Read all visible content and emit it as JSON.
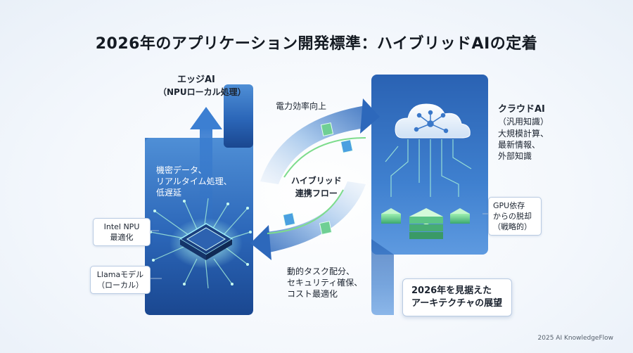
{
  "title": "2026年のアプリケーション開発標準：ハイブリッドAIの定着",
  "edge": {
    "heading": "エッジAI",
    "subheading": "（NPUローカル処理）",
    "description": [
      "機密データ、",
      "リアルタイム処理、",
      "低遅延"
    ]
  },
  "cloud": {
    "heading": "クラウドAI",
    "subheading": "（汎用知識）",
    "description": [
      "大規模計算、",
      "最新情報、",
      "外部知識"
    ]
  },
  "flow": {
    "top_label": "電力効率向上",
    "center_label": [
      "ハイブリッド",
      "連携フロー"
    ],
    "bottom_label": [
      "動的タスク配分、",
      "セキュリティ確保、",
      "コスト最適化"
    ]
  },
  "callouts": {
    "intel": [
      "Intel NPU",
      "最適化"
    ],
    "llama": [
      "Llamaモデル",
      "（ローカル）"
    ],
    "gpu": [
      "GPU依存",
      "からの脱却",
      "（戦略的）"
    ]
  },
  "outlook": [
    "2026年を見据えた",
    "アーキテクチャの展望"
  ],
  "credit": "2025 AI KnowledgeFlow",
  "colors": {
    "panel_dark": "#1d4f9c",
    "panel_light": "#4f8fd6",
    "flow_green": "#7ddc8c",
    "accent_blue": "#2f6fc4"
  },
  "icons": [
    "chip-icon",
    "cloud-network-icon",
    "server-stack-icon",
    "data-card-icon"
  ]
}
